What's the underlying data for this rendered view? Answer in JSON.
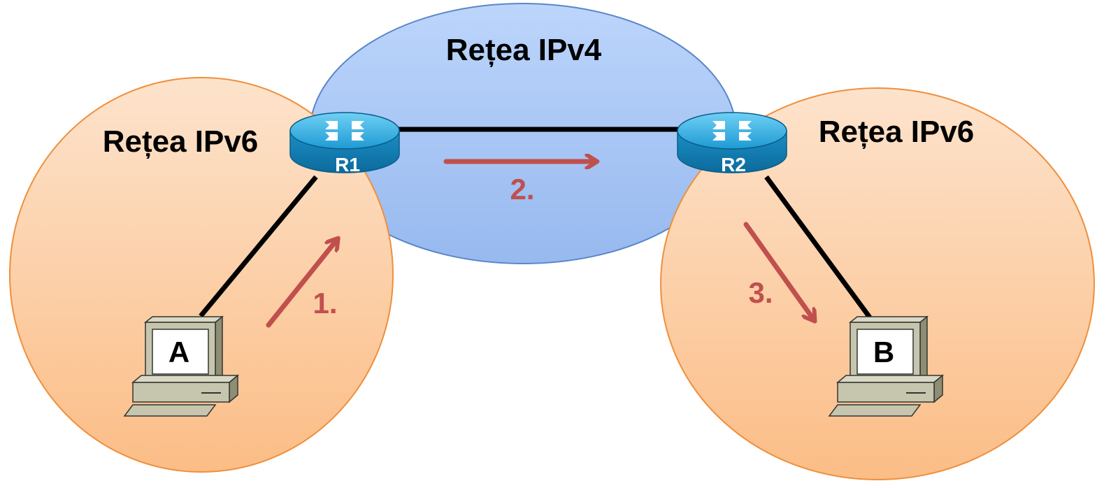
{
  "networks": {
    "ipv4": {
      "label": "Rețea IPv4",
      "color": "#a9c8f5"
    },
    "ipv6_left": {
      "label": "Rețea IPv6",
      "color": "#fbc99a"
    },
    "ipv6_right": {
      "label": "Rețea IPv6",
      "color": "#fbc99a"
    }
  },
  "routers": {
    "r1": {
      "label": "R1",
      "icon": "router-icon"
    },
    "r2": {
      "label": "R2",
      "icon": "router-icon"
    }
  },
  "hosts": {
    "a": {
      "label": "A",
      "icon": "computer-icon"
    },
    "b": {
      "label": "B",
      "icon": "computer-icon"
    }
  },
  "steps": [
    {
      "label": "1."
    },
    {
      "label": "2."
    },
    {
      "label": "3."
    }
  ],
  "colors": {
    "arrow": "#c0504d",
    "link": "#000000",
    "router": "#1fa0d8"
  }
}
